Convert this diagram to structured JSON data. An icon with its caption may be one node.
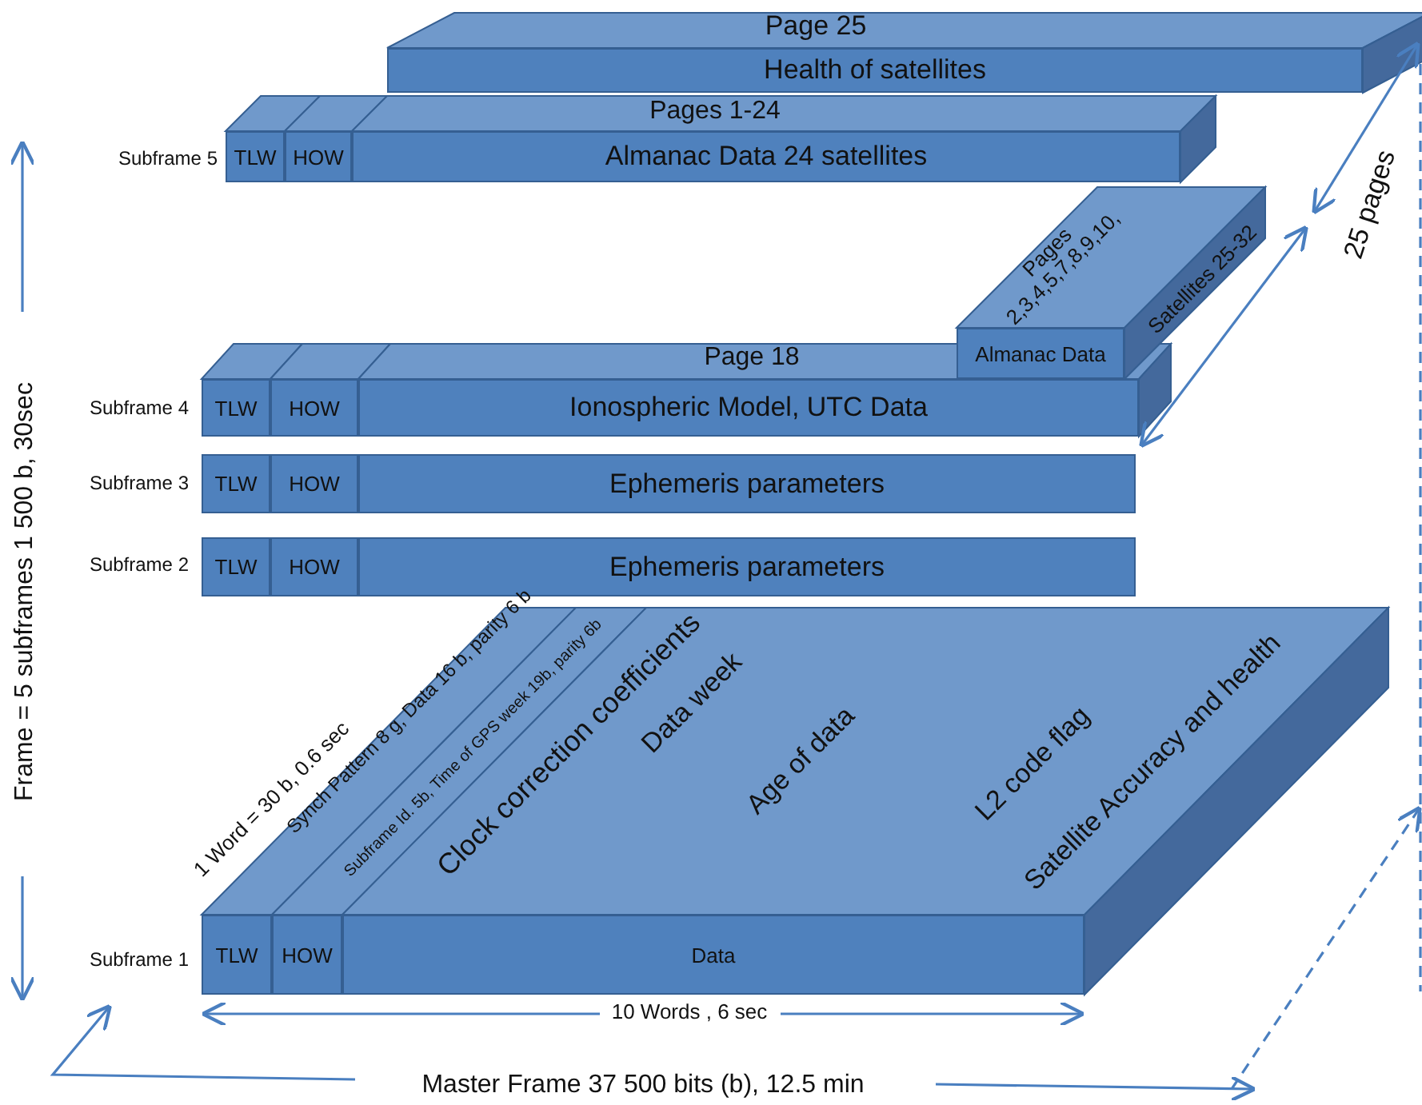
{
  "diagram": {
    "nodes": [
      {
        "text": [
          "Health of satellites"
        ]
      },
      {
        "text": [
          "TLW"
        ]
      },
      {
        "text": [
          "HOW"
        ]
      },
      {
        "text": [
          "Almanac Data 24 satellites"
        ]
      },
      {
        "text": [
          "Almanac Data"
        ]
      },
      {
        "text": [
          "TLW"
        ]
      },
      {
        "text": [
          "HOW"
        ]
      },
      {
        "text": [
          "Ionospheric Model, UTC Data"
        ]
      },
      {
        "text": [
          "TLW"
        ]
      },
      {
        "text": [
          "HOW"
        ]
      },
      {
        "text": [
          "Ephemeris parameters"
        ]
      },
      {
        "text": [
          "TLW"
        ]
      },
      {
        "text": [
          "HOW"
        ]
      },
      {
        "text": [
          "Ephemeris parameters"
        ]
      },
      {
        "text": [
          "TLW"
        ]
      },
      {
        "text": [
          "HOW"
        ]
      },
      {
        "text": [
          "Data"
        ]
      }
    ],
    "edges": [],
    "labels": [
      "Page  25",
      "Pages 1-24",
      "Subframe 5",
      "25 pages",
      "Pages 2,3,4,5,7,8,9,10,",
      "Satellites 25-32",
      "Page  18",
      "Subframe 4",
      "Frame = 5 subframes 1 500 b, 30sec",
      "Subframe 3",
      "Subframe 2",
      "1 Word = 30 b, 0.6 sec",
      "Synch Pattern 8 g, Data 16 b, parity 6 b",
      "Subframe Id. 5b, Time of GPS week 19b, parity 6b",
      "Clock correction coefficients",
      "Data week",
      "Age of data",
      "L2 code flag",
      "Satellite Accuracy and health",
      "Subframe 1",
      "10 Words , 6 sec",
      "Master Frame  37 500 bits (b), 12.5 min"
    ]
  }
}
